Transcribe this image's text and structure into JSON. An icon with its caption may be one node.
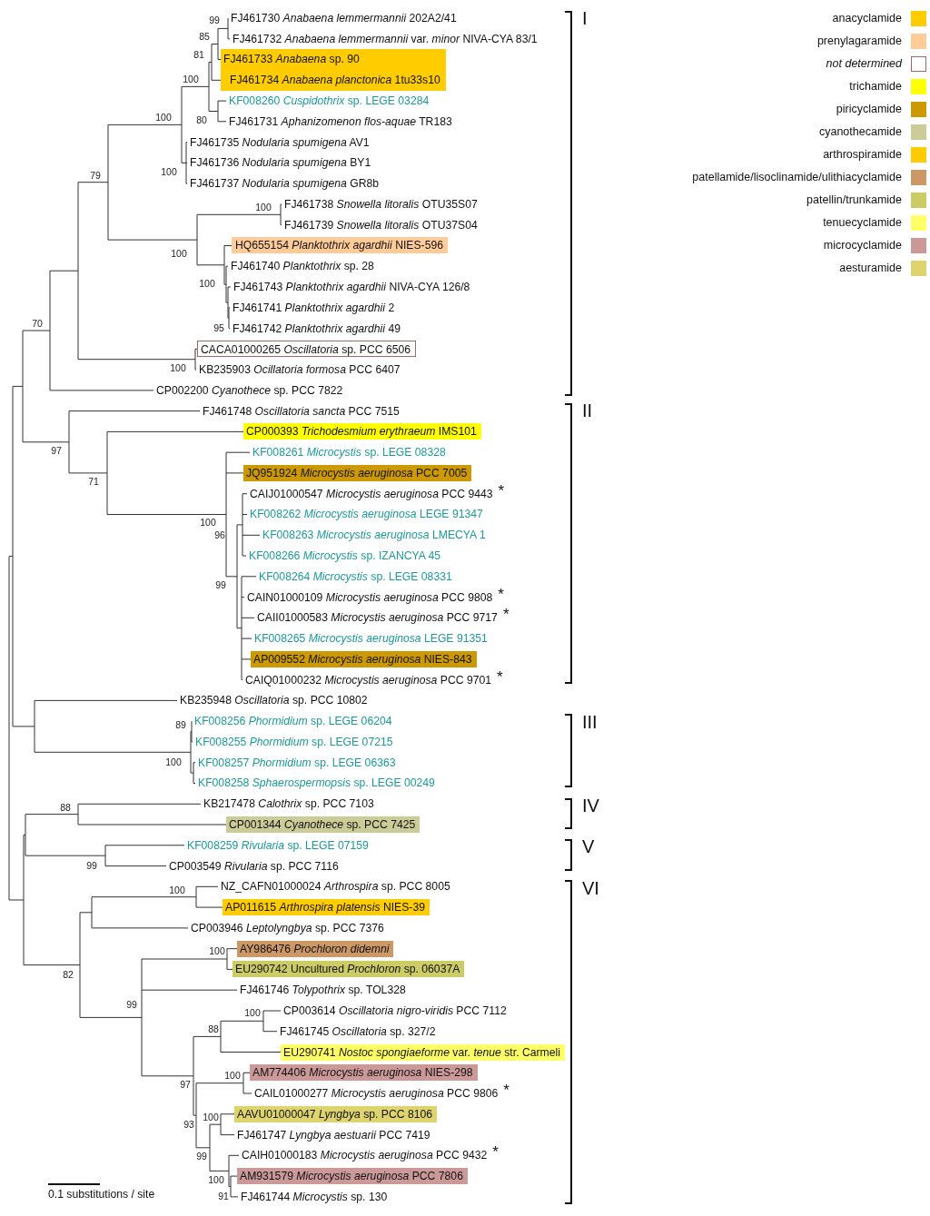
{
  "diagram": {
    "nodes": [
      {
        "text": [
          "FJ461730 *Anabaena lemmermannii* 202A2/41"
        ]
      },
      {
        "text": [
          "FJ461732 *Anabaena lemmermannii* var. *minor* NIVA-CYA 83/1"
        ]
      },
      {
        "text": [
          "FJ461733 *Anabaena* sp. 90"
        ]
      },
      {
        "text": [
          "FJ461734 *Anabaena planctonica* 1tu33s10"
        ]
      },
      {
        "text": [
          "KF008260 *Cuspidothrix* sp. LEGE 03284"
        ]
      },
      {
        "text": [
          "FJ461731 *Aphanizomenon flos-aquae* TR183"
        ]
      },
      {
        "text": [
          "FJ461735 *Nodularia spumigena* AV1"
        ]
      },
      {
        "text": [
          "FJ461736 *Nodularia spumigena* BY1"
        ]
      },
      {
        "text": [
          "FJ461737 *Nodularia spumigena* GR8b"
        ]
      },
      {
        "text": [
          "FJ461738 *Snowella litoralis* OTU35S07"
        ]
      },
      {
        "text": [
          "FJ461739 *Snowella litoralis* OTU37S04"
        ]
      },
      {
        "text": [
          "HQ655154 *Planktothrix agardhii* NIES-596"
        ]
      },
      {
        "text": [
          "FJ461740 *Planktothrix* sp. 28"
        ]
      },
      {
        "text": [
          "FJ461743 *Planktothrix agardhii* NIVA-CYA 126/8"
        ]
      },
      {
        "text": [
          "FJ461741 *Planktothrix agardhii* 2"
        ]
      },
      {
        "text": [
          "FJ461742 *Planktothrix agardhii* 49"
        ]
      },
      {
        "text": [
          "CACA01000265 *Oscillatoria* sp. PCC 6506"
        ]
      },
      {
        "text": [
          "KB235903 *Ocillatoria formosa* PCC 6407"
        ]
      },
      {
        "text": [
          "CP002200 *Cyanothece* sp. PCC 7822"
        ]
      },
      {
        "text": [
          "FJ461748 *Oscillatoria sancta* PCC 7515"
        ]
      },
      {
        "text": [
          "CP000393 *Trichodesmium erythraeum* IMS101"
        ]
      },
      {
        "text": [
          "KF008261 *Microcystis* sp. LEGE 08328"
        ]
      },
      {
        "text": [
          "JQ951924 *Microcystis aeruginosa* PCC 7005"
        ]
      },
      {
        "text": [
          "CAIJ01000547 *Microcystis aeruginosa* PCC 9443"
        ],
        "beside": [
          "*"
        ]
      },
      {
        "text": [
          "KF008262 *Microcystis aeruginosa* LEGE 91347"
        ]
      },
      {
        "text": [
          "KF008263 *Microcystis aeruginosa* LMECYA 1"
        ]
      },
      {
        "text": [
          "KF008266 *Microcystis* sp. IZANCYA 45"
        ]
      },
      {
        "text": [
          "KF008264 *Microcystis* sp. LEGE 08331"
        ]
      },
      {
        "text": [
          "CAIN01000109 *Microcystis aeruginosa* PCC 9808"
        ],
        "beside": [
          "*"
        ]
      },
      {
        "text": [
          "CAII01000583 *Microcystis aeruginosa* PCC 9717"
        ],
        "beside": [
          "*"
        ]
      },
      {
        "text": [
          "KF008265 *Microcystis aeruginosa* LEGE 91351"
        ]
      },
      {
        "text": [
          "AP009552 *Microcystis aeruginosa* NIES-843"
        ]
      },
      {
        "text": [
          "CAIQ01000232 *Microcystis aeruginosa* PCC 9701"
        ],
        "beside": [
          "*"
        ]
      },
      {
        "text": [
          "KB235948 *Oscillatoria* sp. PCC 10802"
        ]
      },
      {
        "text": [
          "KF008256 *Phormidium* sp. LEGE 06204"
        ]
      },
      {
        "text": [
          "KF008255 *Phormidium* sp. LEGE 07215"
        ]
      },
      {
        "text": [
          "KF008257 *Phormidium* sp. LEGE 06363"
        ]
      },
      {
        "text": [
          "KF008258 *Sphaerospermopsis* sp. LEGE 00249"
        ]
      },
      {
        "text": [
          "KB217478 *Calothrix* sp. PCC 7103"
        ]
      },
      {
        "text": [
          "CP001344 *Cyanothece* sp. PCC 7425"
        ]
      },
      {
        "text": [
          "KF008259 *Rivularia* sp. LEGE 07159"
        ]
      },
      {
        "text": [
          "CP003549 *Rivularia* sp. PCC 7116"
        ]
      },
      {
        "text": [
          "NZ_CAFN01000024 *Arthrospira* sp. PCC 8005"
        ]
      },
      {
        "text": [
          "AP011615 *Arthrospira platensis* NIES-39"
        ]
      },
      {
        "text": [
          "CP003946 *Leptolyngbya* sp. PCC 7376"
        ]
      },
      {
        "text": [
          "AY986476 *Prochloron didemni*"
        ]
      },
      {
        "text": [
          "EU290742 Uncultured *Prochloron* sp. 06037A"
        ]
      },
      {
        "text": [
          "FJ461746 *Tolypothrix* sp. TOL328"
        ]
      },
      {
        "text": [
          "CP003614 *Oscillatoria nigro-viridis* PCC 7112"
        ]
      },
      {
        "text": [
          "FJ461745 *Oscillatoria* sp. 327/2"
        ]
      },
      {
        "text": [
          "EU290741 *Nostoc spongiaeforme* var. *tenue* str. Carmeli"
        ]
      },
      {
        "text": [
          "AM774406 *Microcystis aeruginosa* NIES-298"
        ]
      },
      {
        "text": [
          "CAIL01000277 *Microcystis aeruginosa* PCC 9806"
        ],
        "beside": [
          "*"
        ]
      },
      {
        "text": [
          "AAVU01000047 *Lyngbya* sp. PCC 8106"
        ]
      },
      {
        "text": [
          "FJ461747 *Lyngbya aestuarii* PCC 7419"
        ]
      },
      {
        "text": [
          "CAIH01000183 *Microcystis aeruginosa* PCC 9432"
        ],
        "beside": [
          "*"
        ]
      },
      {
        "text": [
          "AM931579 *Microcystis aeruginosa* PCC 7806"
        ]
      },
      {
        "text": [
          "FJ461744 *Microcystis* sp. 130"
        ]
      }
    ],
    "labels": [
      "99",
      "I",
      "85",
      "81",
      "100",
      "100",
      "80",
      "100",
      "79",
      "100",
      "100",
      "100",
      "70",
      "95",
      "100",
      "II",
      "97",
      "71",
      "100",
      "96",
      "99",
      "89",
      "III",
      "100",
      "88",
      "IV",
      "V",
      "99",
      "100",
      "VI",
      "100",
      "82",
      "99",
      "100",
      "88",
      "100",
      "97",
      "100",
      "93",
      "99",
      "100",
      "0.1 substitutions / site",
      "91"
    ],
    "legend": [
      {
        "text": "anacyclamide",
        "color": "#ffcc00"
      },
      {
        "text": "prenylagaramide",
        "color": "#ffcc99"
      },
      {
        "text": "not determined"
      },
      {
        "text": "trichamide",
        "color": "#ffff00"
      },
      {
        "text": "piricyclamide",
        "color": "#cc9900"
      },
      {
        "text": "cyanothecamide",
        "color": "#cccc99"
      },
      {
        "text": "arthrospiramide",
        "color": "#ffcc00"
      },
      {
        "text": "patellamide/lisoclinamide/ulithiacyclamide",
        "color": "#cc9966"
      },
      {
        "text": "patellin/trunkamide",
        "color": "#cccc66"
      },
      {
        "text": "tenuecyclamide",
        "color": "#ffff66"
      },
      {
        "text": "microcyclamide",
        "color": "#cc9999"
      },
      {
        "text": "aesturamide",
        "color": "#ddd46e"
      }
    ]
  }
}
